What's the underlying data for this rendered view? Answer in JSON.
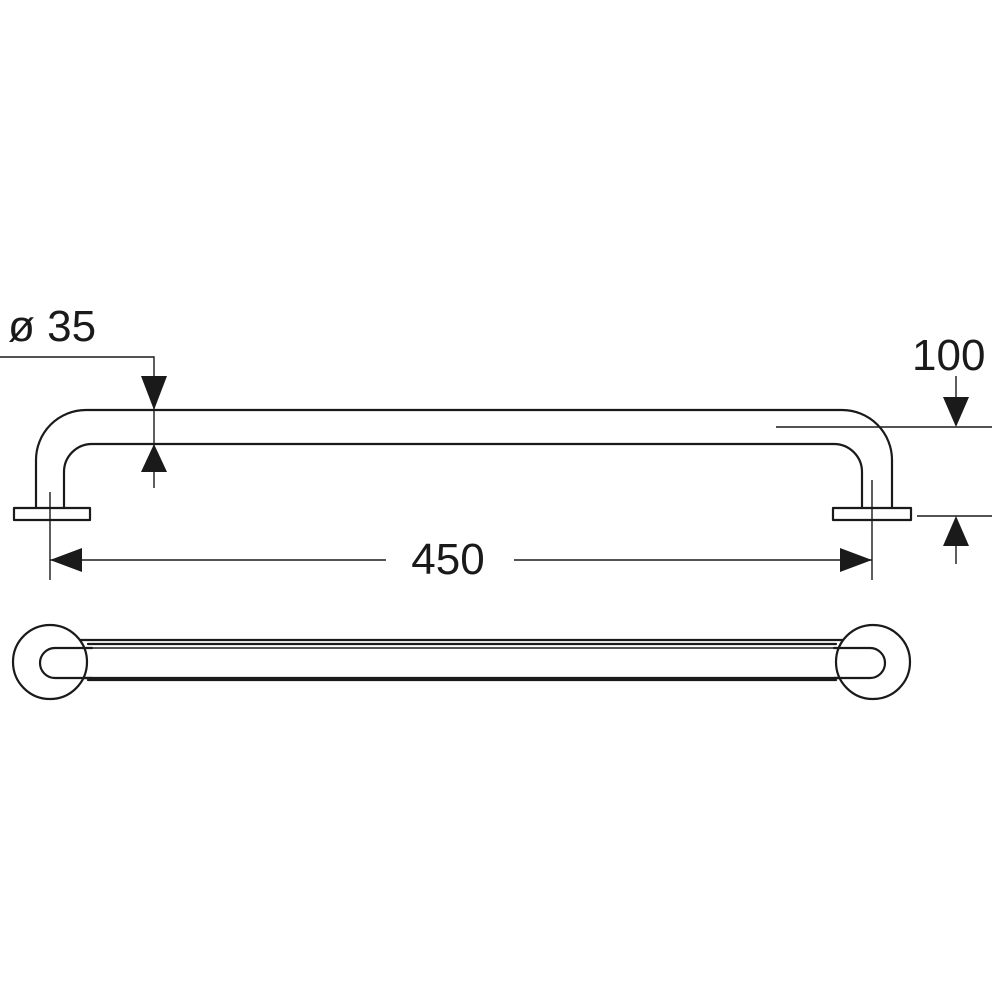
{
  "dimensions": {
    "diameter_label": "ø 35",
    "projection_label": "100",
    "length_label": "450"
  },
  "colors": {
    "line": "#1a1a1a",
    "background": "#ffffff"
  }
}
